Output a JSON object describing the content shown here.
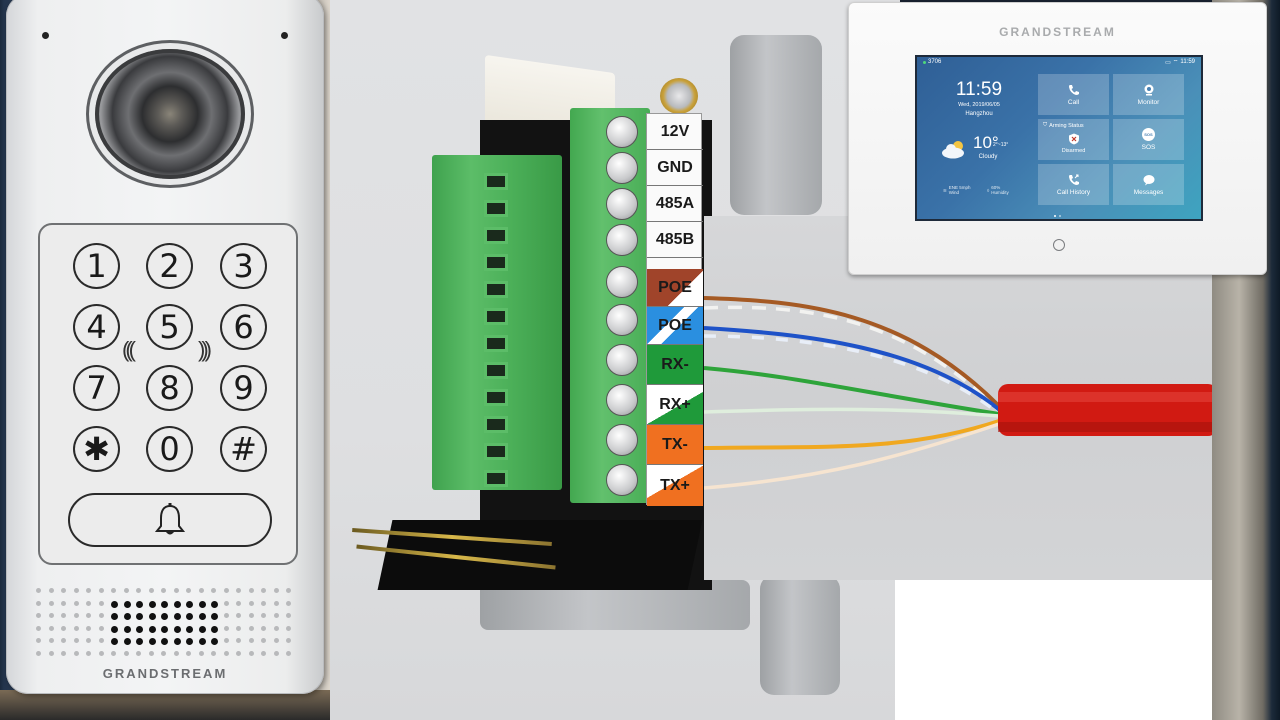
{
  "door_station": {
    "brand": "GRANDSTREAM",
    "keys": [
      "1",
      "2",
      "3",
      "4",
      "5",
      "6",
      "7",
      "8",
      "9",
      "✱",
      "0",
      "#"
    ],
    "nfc_left": "(((",
    "nfc_right": ")))",
    "doorbell_icon": "bell-icon"
  },
  "terminal_block": {
    "pins": [
      {
        "label": "12V",
        "bg": "#f4f4f4",
        "accent": "#f4f4f4"
      },
      {
        "label": "GND",
        "bg": "#f4f4f4",
        "accent": "#f4f4f4"
      },
      {
        "label": "485A",
        "bg": "#f4f4f4",
        "accent": "#f4f4f4"
      },
      {
        "label": "485B",
        "bg": "#f4f4f4",
        "accent": "#f4f4f4"
      },
      {
        "label": "POE",
        "bg": "#a0442a",
        "accent": "#ffffff"
      },
      {
        "label": "POE",
        "bg": "#2a8fe0",
        "accent": "#ffffff"
      },
      {
        "label": "RX-",
        "bg": "#1f9a3a",
        "accent": "#1f9a3a"
      },
      {
        "label": "RX+",
        "bg": "#ffffff",
        "accent": "#1f9a3a"
      },
      {
        "label": "TX-",
        "bg": "#f07020",
        "accent": "#f07020"
      },
      {
        "label": "TX+",
        "bg": "#ffffff",
        "accent": "#f07020"
      }
    ]
  },
  "cable": {
    "jacket_color": "#d11a12",
    "wire_colors": [
      "#a55a24",
      "#1e52c8",
      "#2ea43a",
      "#f0a820"
    ]
  },
  "indoor_monitor": {
    "brand": "GRANDSTREAM",
    "status": {
      "extension": "3706",
      "time": "11:59"
    },
    "clock": "11:59",
    "date": "Wed, 2019/06/05",
    "city": "Hangzhou",
    "temperature": "10°",
    "temp_range": "2°~13°",
    "condition": "Cloudy",
    "wind": {
      "value": "ENE 5mph",
      "label": "Wind"
    },
    "humidity": {
      "value": "60%",
      "label": "Humidity"
    },
    "tiles": {
      "call": "Call",
      "monitor": "Monitor",
      "arming_header": "Arming Status",
      "arming_state": "Disarmed",
      "sos": "SOS",
      "sos_badge": "SOS",
      "call_history": "Call History",
      "messages": "Messages"
    }
  }
}
